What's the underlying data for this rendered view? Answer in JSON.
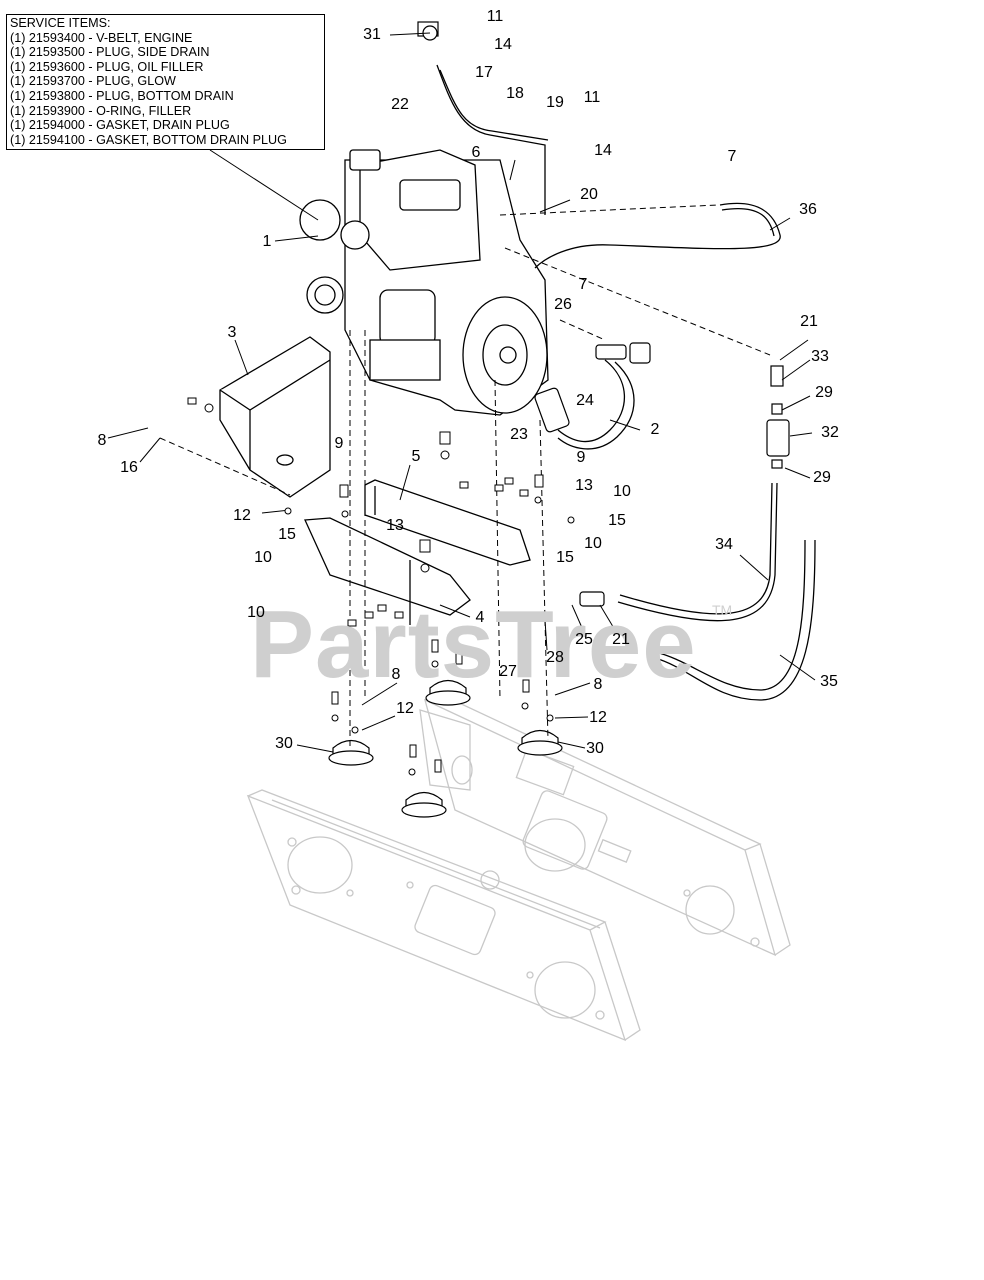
{
  "service_items": {
    "heading": "SERVICE ITEMS:",
    "lines": [
      "(1) 21593400 - V-BELT, ENGINE",
      "(1) 21593500 - PLUG, SIDE DRAIN",
      "(1) 21593600 - PLUG, OIL FILLER",
      "(1) 21593700 - PLUG, GLOW",
      "(1) 21593800 - PLUG, BOTTOM DRAIN",
      "(1) 21593900 - O-RING, FILLER",
      "(1) 21594000 - GASKET, DRAIN PLUG",
      "(1) 21594100 - GASKET, BOTTOM DRAIN PLUG"
    ]
  },
  "callouts": [
    "31",
    "11",
    "14",
    "17",
    "18",
    "19",
    "11",
    "14",
    "22",
    "6",
    "20",
    "7",
    "36",
    "1",
    "7",
    "26",
    "3",
    "21",
    "33",
    "24",
    "29",
    "2",
    "8",
    "23",
    "32",
    "16",
    "9",
    "5",
    "9",
    "29",
    "13",
    "10",
    "12",
    "13",
    "15",
    "10",
    "15",
    "10",
    "34",
    "15",
    "4",
    "25",
    "21",
    "10",
    "35",
    "28",
    "27",
    "8",
    "12",
    "30",
    "12",
    "30",
    "8"
  ],
  "watermark": {
    "text": "PartsTree",
    "tm": "TM"
  }
}
